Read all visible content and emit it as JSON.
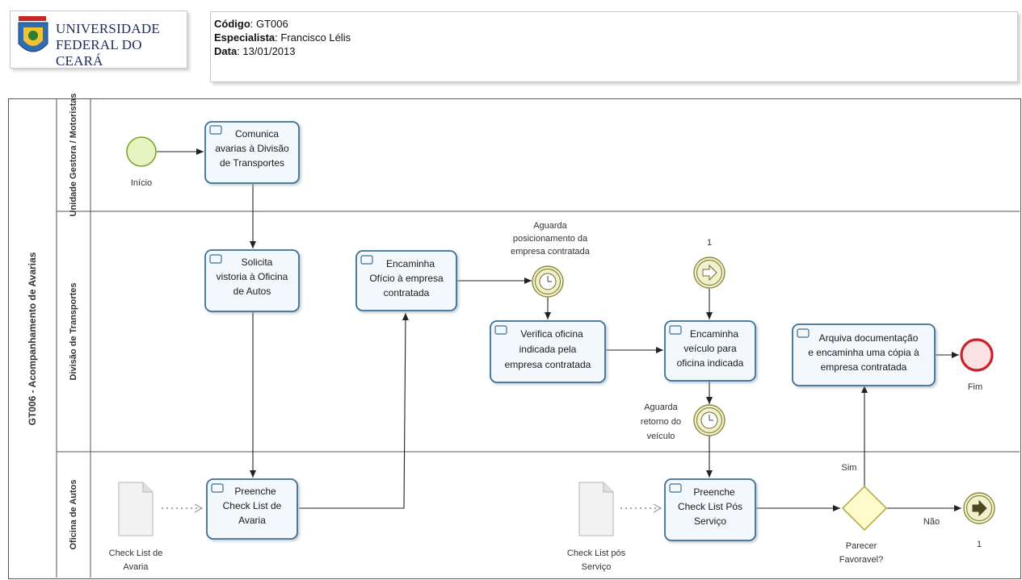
{
  "header": {
    "logo_line1": "UNIVERSIDADE",
    "logo_line2": "FEDERAL DO CEARÁ",
    "codigo_label": "Código",
    "codigo_value": "GT006",
    "especialista_label": "Especialista",
    "especialista_value": "Francisco Lélis",
    "data_label": "Data",
    "data_value": "13/01/2013"
  },
  "pool": {
    "title": "GT006 - Acompanhamento de Avarias"
  },
  "lanes": [
    {
      "label": "Unidade Gestora / Motoristas"
    },
    {
      "label": "Divisão de Transportes"
    },
    {
      "label": "Oficina de Autos"
    }
  ],
  "events": {
    "start": "Início",
    "end": "Fim",
    "timer1_line1": "Aguarda",
    "timer1_line2": "posicionamento da",
    "timer1_line3": "empresa contratada",
    "timer2_line1": "Aguarda",
    "timer2_line2": "retorno do",
    "timer2_line3": "veículo",
    "link_catch": "1",
    "link_throw": "1"
  },
  "tasks": {
    "t1": [
      "Comunica",
      "avarias à Divisão",
      "de Transportes"
    ],
    "t2": [
      "Solicita",
      "vistoria à Oficina",
      "de Autos"
    ],
    "t3": [
      "Encaminha",
      "Ofício à empresa",
      "contratada"
    ],
    "t4": [
      "Verifica oficina",
      "indicada pela",
      "empresa contratada"
    ],
    "t5": [
      "Encaminha",
      "veículo para",
      "oficina indicada"
    ],
    "t6": [
      "Arquiva documentação",
      "e encaminha uma cópia à",
      "empresa contratada"
    ],
    "t7": [
      "Preenche",
      "Check List de",
      "Avaria"
    ],
    "t8": [
      "Preenche",
      "Check List Pós",
      "Serviço"
    ]
  },
  "documents": {
    "doc1": [
      "Check List de",
      "Avaria"
    ],
    "doc2": [
      "Check List pós",
      "Serviço"
    ]
  },
  "gateway": {
    "label_line1": "Parecer",
    "label_line2": "Favoravel?",
    "yes": "Sim",
    "no": "Não"
  },
  "colors": {
    "task_border": "#3b6f94",
    "task_fill": "#f3f8fc",
    "start_fill": "#e4f5c2",
    "start_border": "#7aa62a",
    "end_fill": "#fbe1e1",
    "end_border": "#c8242b",
    "intermediate_fill": "#f1f0cf",
    "intermediate_border": "#8c8a3c",
    "gateway_fill": "#fdfbc9",
    "gateway_border": "#b0a83c"
  }
}
